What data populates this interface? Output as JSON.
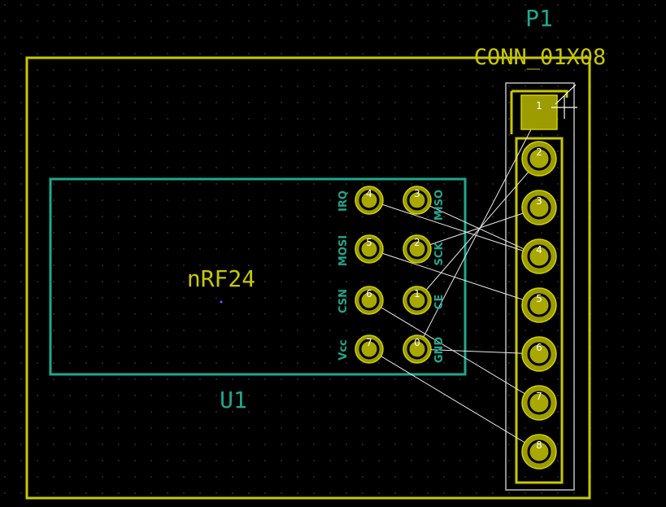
{
  "footprints": {
    "u1": {
      "reference": "U1",
      "value": "nRF24",
      "pin_labels": [
        "IRQ",
        "MISO",
        "MOSI",
        "SCK",
        "CSN",
        "CE",
        "Vcc",
        "GND"
      ],
      "pad_numbers": [
        "4",
        "3",
        "5",
        "2",
        "6",
        "1",
        "7",
        "0"
      ]
    },
    "p1": {
      "reference": "P1",
      "value": "CONN_01X08",
      "pad_numbers": [
        "1",
        "2",
        "3",
        "4",
        "5",
        "6",
        "7",
        "8"
      ]
    }
  },
  "colors": {
    "background": "#000000",
    "silkscreen": "#c8c800",
    "fab_layer": "#1fa88f",
    "pad": "#9c9c00",
    "ratsnest": "#e8e8e8"
  }
}
